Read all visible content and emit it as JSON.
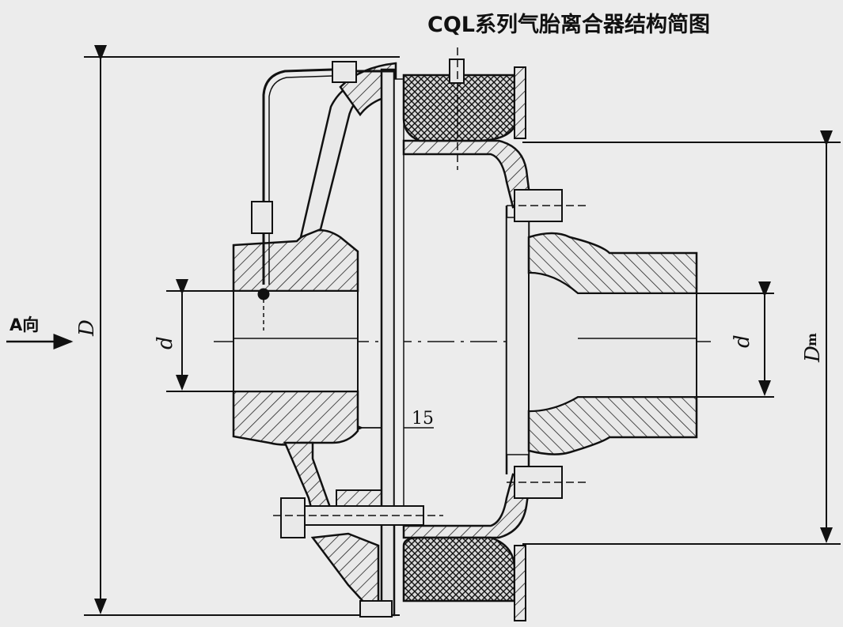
{
  "title": "CQL系列气胎离合器结构简图",
  "labels": {
    "direction_arrow": "A向",
    "outer_diameter": "D",
    "bore_left": "d",
    "bore_right": "d",
    "mean_diameter_base": "D",
    "mean_diameter_sub": "m",
    "gap_dimension": "15"
  }
}
